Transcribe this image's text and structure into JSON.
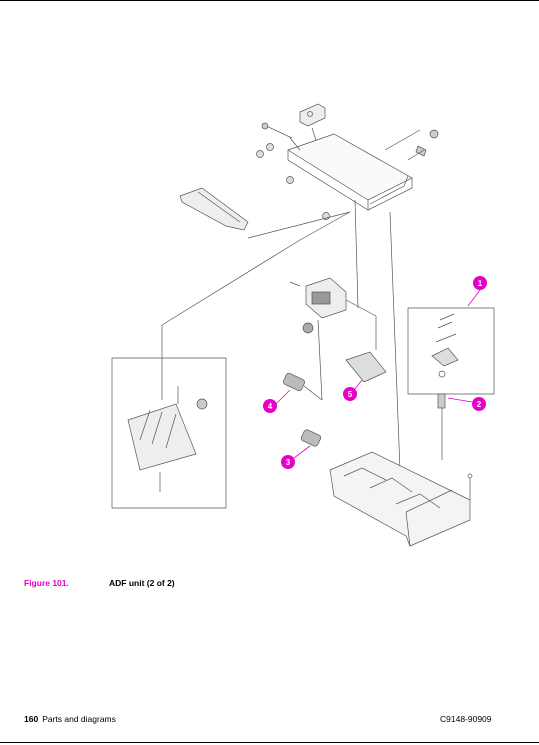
{
  "figure": {
    "number": "Figure 101.",
    "title": "ADF unit (2 of 2)"
  },
  "callouts": [
    "1",
    "2",
    "3",
    "4",
    "5"
  ],
  "footer": {
    "page": "160",
    "section": "Parts and diagrams",
    "doc_id": "C9148-90909"
  },
  "colors": {
    "callout": "#e600c8",
    "rule": "#000000",
    "line": "#555555"
  }
}
